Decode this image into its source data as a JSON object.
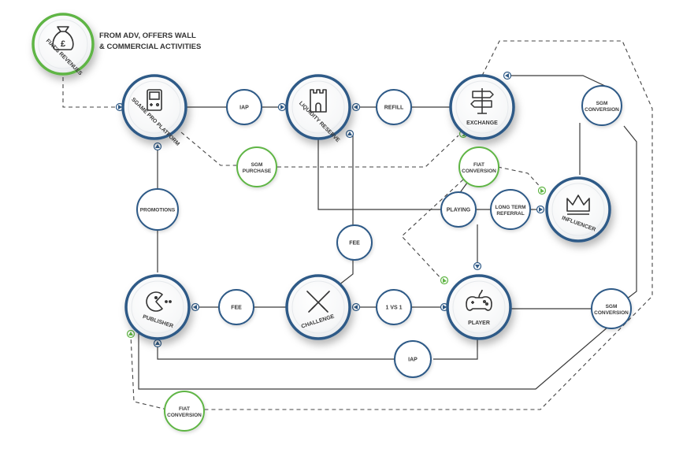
{
  "colors": {
    "blue": "#2e5a87",
    "green": "#5fb544",
    "line": "#3a3a3a",
    "dash": "#444444"
  },
  "note": {
    "line1": "FROM ADV, OFFERS WALL",
    "line2": "& COMMERCIAL ACTIVITIES"
  },
  "nodes": {
    "fiat_revenues": {
      "label": "FIAT'S REVENUES",
      "icon": "money-bag-icon"
    },
    "platform": {
      "label": "SGAME PRO PLATFORM",
      "icon": "handheld-console-icon"
    },
    "liquidity": {
      "label": "LIQUIDITY RESERVE",
      "icon": "castle-tower-icon"
    },
    "exchange": {
      "label": "EXCHANGE",
      "icon": "signpost-icon"
    },
    "influencer": {
      "label": "INFLUENCER",
      "icon": "crown-icon"
    },
    "player": {
      "label": "PLAYER",
      "icon": "gamepad-icon"
    },
    "challenge": {
      "label": "CHALLENGE",
      "icon": "crossed-swords-icon"
    },
    "publisher": {
      "label": "PUBLISHER",
      "icon": "pacman-icon"
    }
  },
  "small_nodes": {
    "iap_top": {
      "lines": [
        "IAP"
      ]
    },
    "refill": {
      "lines": [
        "REFILL"
      ]
    },
    "sgm_purchase": {
      "lines": [
        "SGM",
        "PURCHASE"
      ]
    },
    "sgm_conversion_top": {
      "lines": [
        "SGM",
        "CONVERSION"
      ]
    },
    "fiat_conversion_mid": {
      "lines": [
        "FIAT",
        "CONVERSION"
      ]
    },
    "promotions": {
      "lines": [
        "PROMOTIONS"
      ]
    },
    "playing": {
      "lines": [
        "PLAYING"
      ]
    },
    "long_term_referral": {
      "lines": [
        "LONG TERM",
        "REFERRAL"
      ]
    },
    "fee_mid": {
      "lines": [
        "FEE"
      ]
    },
    "fee_low": {
      "lines": [
        "FEE"
      ]
    },
    "one_vs_one": {
      "lines": [
        "1 VS 1"
      ]
    },
    "sgm_conversion_bottom": {
      "lines": [
        "SGM",
        "CONVERSION"
      ]
    },
    "iap_bottom": {
      "lines": [
        "IAP"
      ]
    },
    "fiat_conversion_bottom": {
      "lines": [
        "FIAT",
        "CONVERSION"
      ]
    }
  }
}
